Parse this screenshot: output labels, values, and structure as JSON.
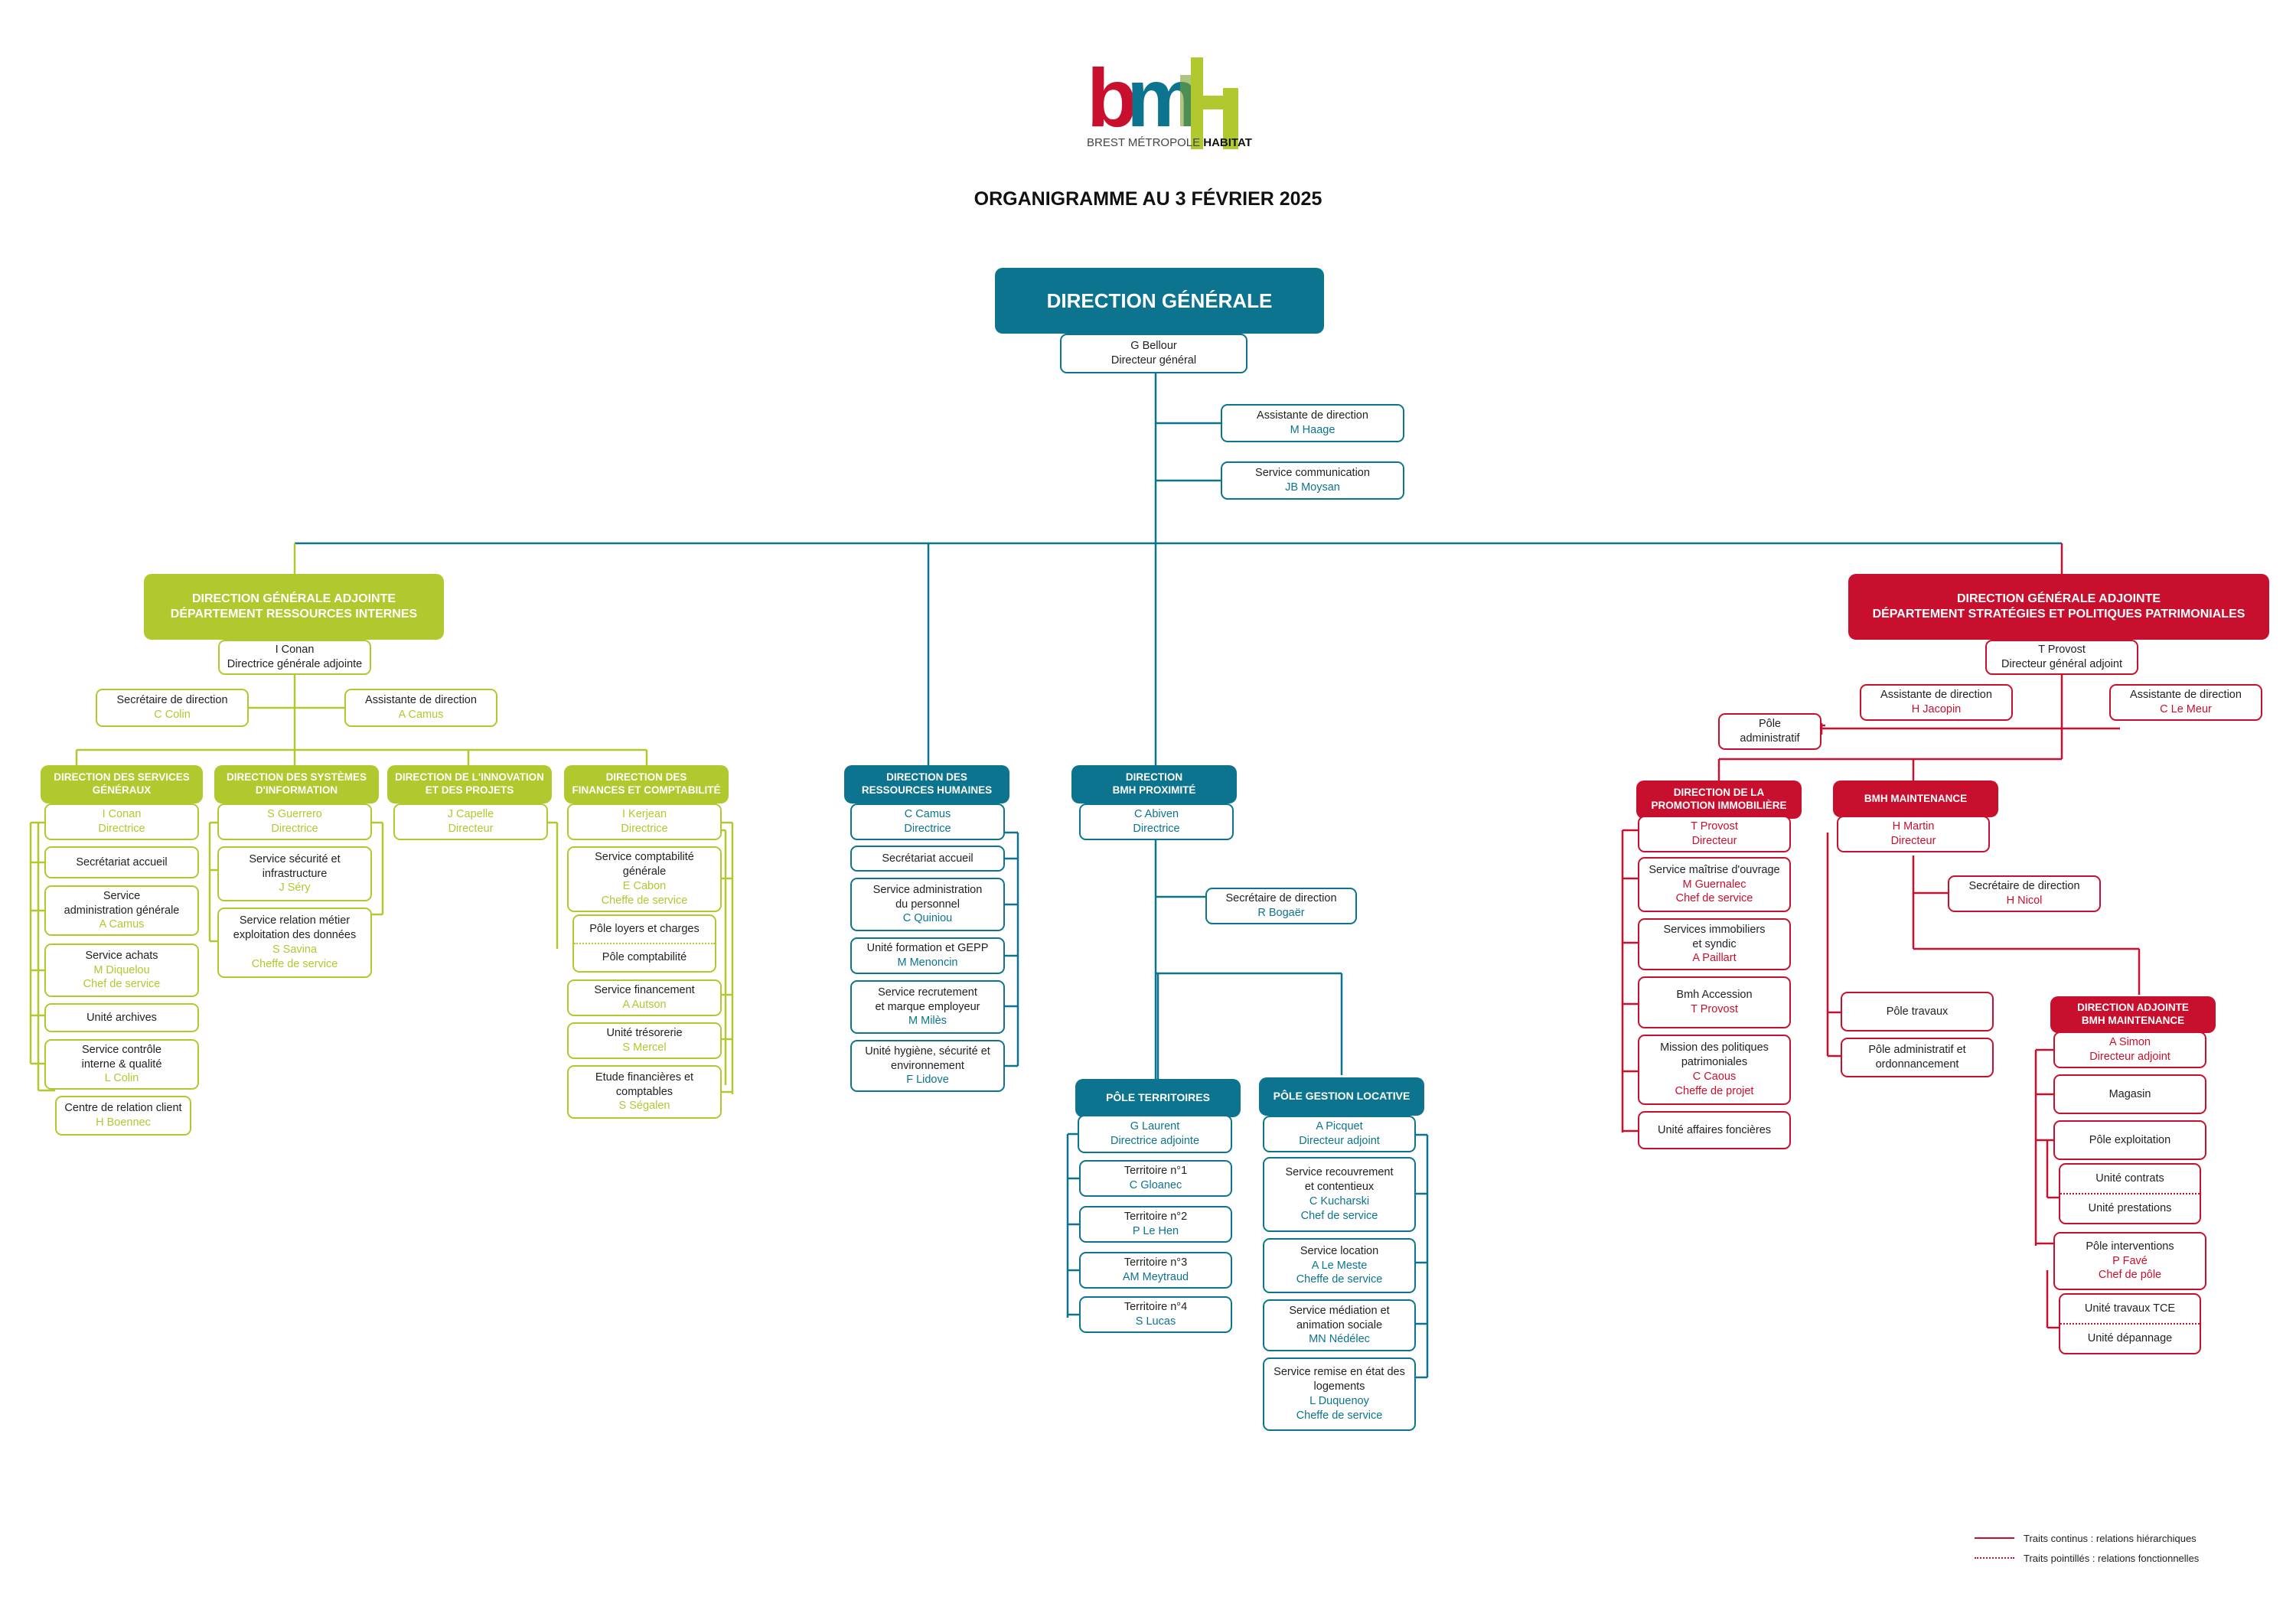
{
  "brand": {
    "logo_letters": "bmh",
    "logo_line1": "BREST MÉTROPOLE",
    "logo_line2": "HABITAT"
  },
  "title": "ORGANIGRAMME AU 3 FÉVRIER 2025",
  "colors": {
    "green": "#b1c92f",
    "blue": "#0d7490",
    "red": "#c8102e"
  },
  "dg": {
    "header": "DIRECTION GÉNÉRALE",
    "person": {
      "name": "G Bellour",
      "title": "Directeur général"
    },
    "assistante": {
      "title": "Assistante de direction",
      "name": "M Haage"
    },
    "communication": {
      "title": "Service communication",
      "name": "JB Moysan"
    }
  },
  "dga_ri": {
    "header_line1": "DIRECTION GÉNÉRALE ADJOINTE",
    "header_line2": "DÉPARTEMENT RESSOURCES INTERNES",
    "person": {
      "name": "I Conan",
      "title": "Directrice générale adjointe"
    },
    "secretaire": {
      "title": "Secrétaire de direction",
      "name": "C Colin"
    },
    "assistante": {
      "title": "Assistante de direction",
      "name": "A Camus"
    },
    "dsg": {
      "header_line1": "DIRECTION DES SERVICES",
      "header_line2": "GÉNÉRAUX",
      "person": {
        "name": "I Conan",
        "title": "Directrice"
      },
      "items": [
        {
          "title": "Secrétariat accueil"
        },
        {
          "title": "Service\nadministration générale",
          "name": "A Camus"
        },
        {
          "title": "Service achats",
          "name": "M Diquelou",
          "role": "Chef de service"
        },
        {
          "title": "Unité archives"
        },
        {
          "title": "Service contrôle\ninterne & qualité",
          "name": "L Colin"
        },
        {
          "title": "Centre de relation client",
          "name": "H Boennec"
        }
      ]
    },
    "dsi": {
      "header_line1": "DIRECTION DES SYSTÈMES",
      "header_line2": "D'INFORMATION",
      "person": {
        "name": "S Guerrero",
        "title": "Directrice"
      },
      "items": [
        {
          "title": "Service sécurité et\ninfrastructure",
          "name": "J Séry"
        },
        {
          "title": "Service relation métier\nexploitation des données",
          "name": "S Savina",
          "role": "Cheffe de service"
        }
      ]
    },
    "dip": {
      "header_line1": "DIRECTION DE L'INNOVATION",
      "header_line2": "ET DES PROJETS",
      "person": {
        "name": "J Capelle",
        "title": "Directeur"
      }
    },
    "dfc": {
      "header_line1": "DIRECTION DES",
      "header_line2": "FINANCES ET COMPTABILITÉ",
      "person": {
        "name": "I Kerjean",
        "title": "Directrice"
      },
      "comptabilite": {
        "title": "Service comptabilité\ngénérale",
        "name": "E Cabon",
        "role": "Cheffe de service"
      },
      "poles": [
        "Pôle loyers et charges",
        "Pôle comptabilité"
      ],
      "items": [
        {
          "title": "Service financement",
          "name": "A Autson"
        },
        {
          "title": "Unité trésorerie",
          "name": "S Mercel"
        },
        {
          "title": "Etude financières et\ncomptables",
          "name": "S Ségalen"
        }
      ]
    }
  },
  "drh": {
    "header_line1": "DIRECTION DES",
    "header_line2": "RESSOURCES HUMAINES",
    "person": {
      "name": "C Camus",
      "title": "Directrice"
    },
    "items": [
      {
        "title": "Secrétariat accueil"
      },
      {
        "title": "Service administration\ndu personnel",
        "name": "C Quiniou"
      },
      {
        "title": "Unité formation et GEPP",
        "name": "M Menoncin"
      },
      {
        "title": "Service recrutement\net marque employeur",
        "name": "M Milès"
      },
      {
        "title": "Unité hygiène, sécurité et\nenvironnement",
        "name": "F Lidove"
      }
    ]
  },
  "dbp": {
    "header_line1": "DIRECTION",
    "header_line2": "BMH PROXIMITÉ",
    "person": {
      "name": "C Abiven",
      "title": "Directrice"
    },
    "secretaire": {
      "title": "Secrétaire de direction",
      "name": "R Bogaër"
    },
    "territoires": {
      "header": "PÔLE TERRITOIRES",
      "person": {
        "name": "G Laurent",
        "title": "Directrice adjointe"
      },
      "items": [
        {
          "title": "Territoire n°1",
          "name": "C Gloanec"
        },
        {
          "title": "Territoire n°2",
          "name": "P Le Hen"
        },
        {
          "title": "Territoire n°3",
          "name": "AM Meytraud"
        },
        {
          "title": "Territoire n°4",
          "name": "S Lucas"
        }
      ]
    },
    "gestion": {
      "header": "PÔLE GESTION LOCATIVE",
      "person": {
        "name": "A Picquet",
        "title": "Directeur adjoint"
      },
      "items": [
        {
          "title": "Service recouvrement\net contentieux",
          "name": "C Kucharski",
          "role": "Chef de service"
        },
        {
          "title": "Service location",
          "name": "A Le Meste",
          "role": "Cheffe de service"
        },
        {
          "title": "Service médiation et\nanimation sociale",
          "name": "MN Nédélec"
        },
        {
          "title": "Service remise en état des\nlogements",
          "name": "L Duquenoy",
          "role": "Cheffe de service"
        }
      ]
    }
  },
  "dga_sp": {
    "header_line1": "DIRECTION GÉNÉRALE ADJOINTE",
    "header_line2": "DÉPARTEMENT STRATÉGIES ET POLITIQUES PATRIMONIALES",
    "person": {
      "name": "T Provost",
      "title": "Directeur général adjoint"
    },
    "assistante1": {
      "title": "Assistante de direction",
      "name": "H Jacopin"
    },
    "assistante2": {
      "title": "Assistante de direction",
      "name": "C Le Meur"
    },
    "pole_admin": "Pôle\nadministratif",
    "dpi": {
      "header_line1": "DIRECTION DE LA",
      "header_line2": "PROMOTION IMMOBILIÈRE",
      "person": {
        "name": "T Provost",
        "title": "Directeur"
      },
      "items": [
        {
          "title": "Service maîtrise d'ouvrage",
          "name": "M Guernalec",
          "role": "Chef de service"
        },
        {
          "title": "Services immobiliers\net syndic",
          "name": "A Paillart"
        },
        {
          "title": "Bmh Accession",
          "name": "T Provost"
        },
        {
          "title": "Mission des politiques\npatrimoniales",
          "name": "C Caous",
          "role": "Cheffe de projet"
        },
        {
          "title": "Unité affaires foncières"
        }
      ]
    },
    "maint": {
      "header": "BMH MAINTENANCE",
      "person": {
        "name": "H Martin",
        "title": "Directeur"
      },
      "secretaire": {
        "title": "Secrétaire de direction",
        "name": "H Nicol"
      },
      "pole_travaux": "Pôle travaux",
      "pole_admin_ord": "Pôle administratif et\nordonnancement",
      "adjointe": {
        "header_line1": "DIRECTION ADJOINTE",
        "header_line2": "BMH MAINTENANCE",
        "person": {
          "name": "A Simon",
          "title": "Directeur adjoint"
        },
        "magasin": "Magasin",
        "exploitation": "Pôle exploitation",
        "exploitation_units": [
          "Unité contrats",
          "Unité prestations"
        ],
        "interventions": {
          "title": "Pôle interventions",
          "name": "P Favé",
          "role": "Chef de pôle"
        },
        "intervention_units": [
          "Unité travaux TCE",
          "Unité dépannage"
        ]
      }
    }
  },
  "legend": {
    "solid": "Traits continus : relations hiérarchiques",
    "dotted": "Traits pointillés : relations fonctionnelles"
  }
}
